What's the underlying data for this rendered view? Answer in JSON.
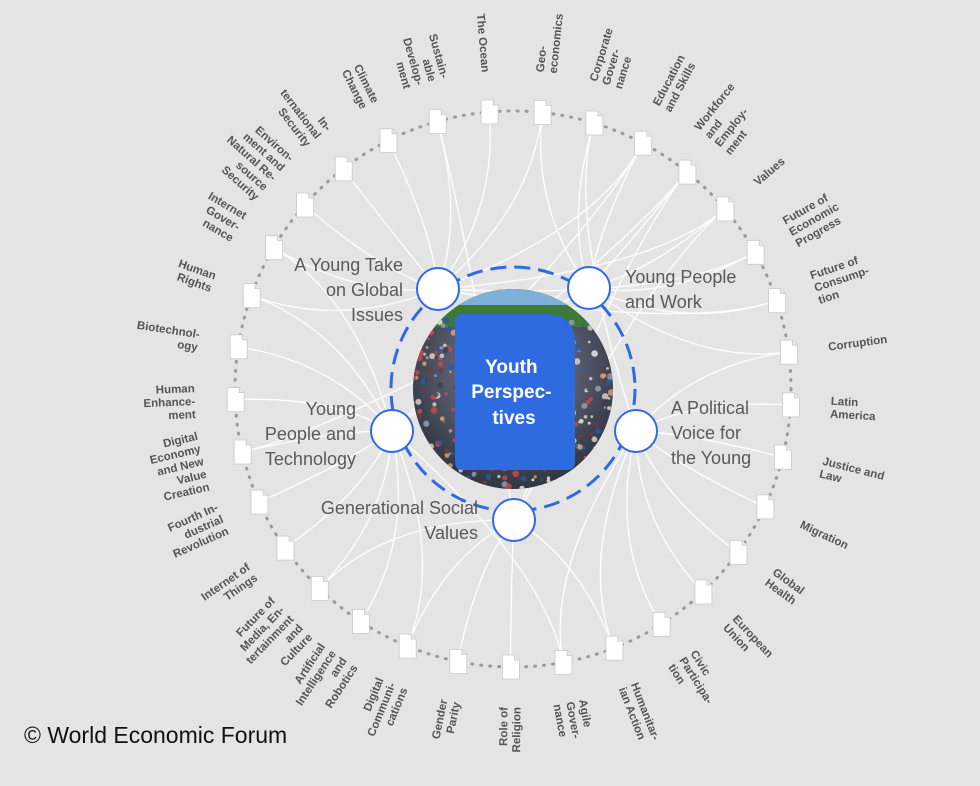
{
  "center": {
    "title_lines": [
      "Youth",
      "Perspec-",
      "tives"
    ],
    "colors": {
      "panel": "#2f6be0",
      "ring": "#2f6be0"
    }
  },
  "key_issues": [
    {
      "id": "global",
      "lines": [
        "A Young Take",
        "on Global",
        "Issues"
      ],
      "align": "end"
    },
    {
      "id": "work",
      "lines": [
        "Young People",
        "and Work"
      ],
      "align": "start"
    },
    {
      "id": "tech",
      "lines": [
        "Young",
        "People and",
        "Technology"
      ],
      "align": "end"
    },
    {
      "id": "political",
      "lines": [
        "A Political",
        "Voice for",
        "the Young"
      ],
      "align": "start"
    },
    {
      "id": "social",
      "lines": [
        "Generational Social",
        "Values"
      ],
      "align": "end"
    }
  ],
  "topics": [
    {
      "lines": [
        "Geo-",
        "economics"
      ],
      "links": [
        "global",
        "work"
      ]
    },
    {
      "lines": [
        "Corporate",
        "Gover-",
        "nance"
      ],
      "links": [
        "work",
        "political"
      ]
    },
    {
      "lines": [
        "Education",
        "and Skills"
      ],
      "links": [
        "work",
        "tech",
        "global"
      ]
    },
    {
      "lines": [
        "Workforce",
        "and",
        "Employ-",
        "ment"
      ],
      "links": [
        "work",
        "tech",
        "social"
      ]
    },
    {
      "lines": [
        "Values"
      ],
      "links": [
        "work",
        "social",
        "global"
      ]
    },
    {
      "lines": [
        "Future of",
        "Economic",
        "Progress"
      ],
      "links": [
        "work",
        "global"
      ]
    },
    {
      "lines": [
        "Future of",
        "Consump-",
        "tion"
      ],
      "links": [
        "work",
        "global"
      ]
    },
    {
      "lines": [
        "Corruption"
      ],
      "links": [
        "work",
        "political"
      ]
    },
    {
      "lines": [
        "Latin",
        "America"
      ],
      "links": [
        "political"
      ]
    },
    {
      "lines": [
        "Justice and",
        "Law"
      ],
      "links": [
        "political"
      ]
    },
    {
      "lines": [
        "Migration"
      ],
      "links": [
        "political"
      ]
    },
    {
      "lines": [
        "Global",
        "Health"
      ],
      "links": [
        "political"
      ]
    },
    {
      "lines": [
        "European",
        "Union"
      ],
      "links": [
        "political"
      ]
    },
    {
      "lines": [
        "Civic",
        "Participa-",
        "tion"
      ],
      "links": [
        "political"
      ]
    },
    {
      "lines": [
        "Humanitar-",
        "ian Action"
      ],
      "links": [
        "political",
        "social"
      ]
    },
    {
      "lines": [
        "Agile",
        "Gover-",
        "nance"
      ],
      "links": [
        "political",
        "tech"
      ]
    },
    {
      "lines": [
        "Role of",
        "Religion"
      ],
      "links": [
        "social"
      ]
    },
    {
      "lines": [
        "Gender",
        "Parity"
      ],
      "links": [
        "social"
      ]
    },
    {
      "lines": [
        "Digital",
        "Communi-",
        "cations"
      ],
      "links": [
        "social",
        "tech"
      ]
    },
    {
      "lines": [
        "Artificial",
        "Intelligence",
        "and",
        "Robotics"
      ],
      "links": [
        "tech"
      ]
    },
    {
      "lines": [
        "Future of",
        "Media, En-",
        "tertainment",
        "and",
        "Culture"
      ],
      "links": [
        "tech",
        "social"
      ]
    },
    {
      "lines": [
        "Internet of",
        "Things"
      ],
      "links": [
        "tech"
      ]
    },
    {
      "lines": [
        "Fourth In-",
        "dustrial",
        "Revolution"
      ],
      "links": [
        "tech"
      ]
    },
    {
      "lines": [
        "Digital",
        "Economy",
        "and New",
        "Value",
        "Creation"
      ],
      "links": [
        "tech",
        "work"
      ]
    },
    {
      "lines": [
        "Human",
        "Enhance-",
        "ment"
      ],
      "links": [
        "tech"
      ]
    },
    {
      "lines": [
        "Biotechnol-",
        "ogy"
      ],
      "links": [
        "tech"
      ]
    },
    {
      "lines": [
        "Human",
        "Rights"
      ],
      "links": [
        "global",
        "tech"
      ]
    },
    {
      "lines": [
        "Internet",
        "Gover-",
        "nance"
      ],
      "links": [
        "global",
        "tech"
      ]
    },
    {
      "lines": [
        "Environ-",
        "ment and",
        "Natural Re-",
        "source",
        "Security"
      ],
      "links": [
        "global"
      ]
    },
    {
      "lines": [
        "In-",
        "ternational",
        "Security"
      ],
      "links": [
        "global"
      ]
    },
    {
      "lines": [
        "Climate",
        "Change"
      ],
      "links": [
        "global"
      ]
    },
    {
      "lines": [
        "Sustain-",
        "able",
        "Develop-",
        "ment"
      ],
      "links": [
        "global",
        "social"
      ]
    },
    {
      "lines": [
        "The Ocean"
      ],
      "links": [
        "global"
      ]
    }
  ],
  "footer": {
    "copyright": "© World Economic Forum"
  },
  "colors": {
    "background": "#e4e4e4",
    "link": "#ffffff",
    "node_stroke": "#2f6be0",
    "dotted_ring": "#9a9a9a"
  }
}
